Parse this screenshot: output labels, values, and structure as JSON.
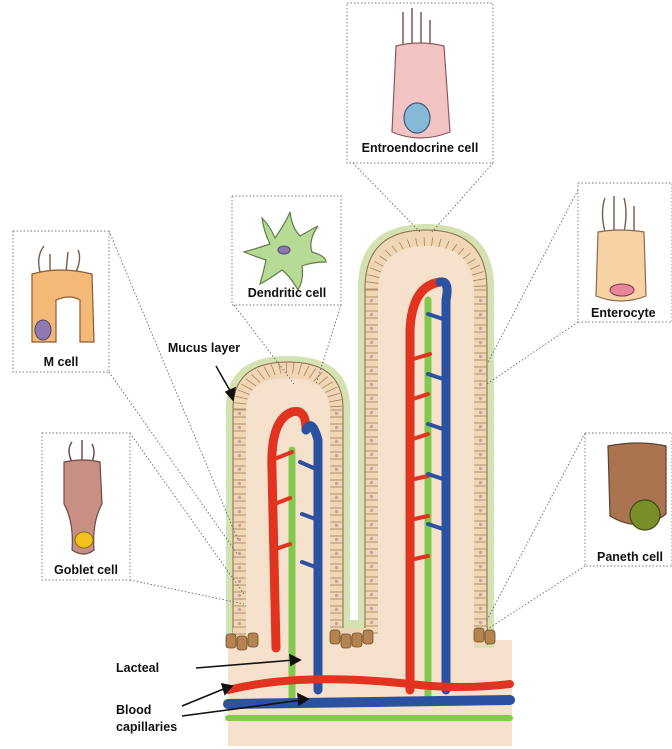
{
  "diagram": {
    "labels": {
      "entroendocrine": "Entroendocrine cell",
      "dendritic": "Dendritic cell",
      "enterocyte": "Enterocyte",
      "m_cell": "M cell",
      "goblet": "Goblet cell",
      "paneth": "Paneth cell",
      "mucus": "Mucus layer",
      "lacteal": "Lacteal",
      "blood_line1": "Blood",
      "blood_line2": "capillaries"
    },
    "colors": {
      "mucus": "#d3e2b0",
      "villus": "#f6e2cc",
      "epithelium": "#f0d6b4",
      "artery": "#e1331f",
      "vein": "#2b51a1",
      "lacteal": "#83c94f",
      "entroendocrine": "#f2c4c4",
      "enterocyte": "#f6d2a4",
      "m_cell": "#f4b877",
      "goblet": "#c88f84",
      "paneth": "#a9744f",
      "dendritic": "#b8da97"
    },
    "icons": [
      "entroendocrine-cell-icon",
      "dendritic-cell-icon",
      "enterocyte-icon",
      "m-cell-icon",
      "goblet-cell-icon",
      "paneth-cell-icon"
    ]
  }
}
